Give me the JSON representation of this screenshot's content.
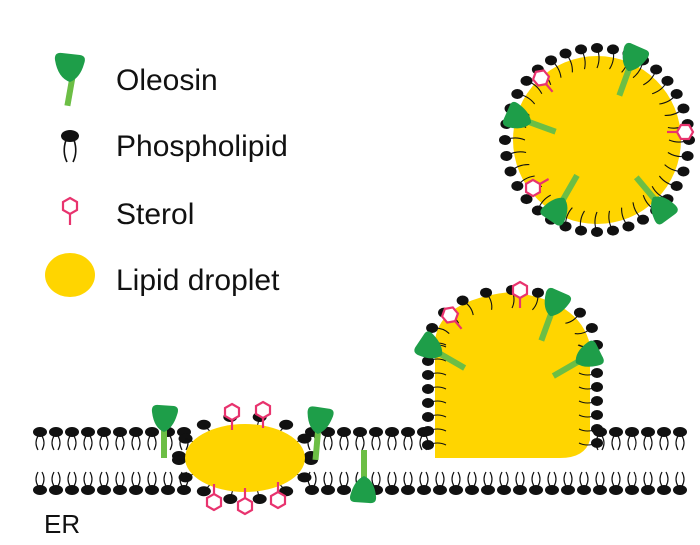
{
  "legend": {
    "items": [
      {
        "label": "Oleosin",
        "icon": "oleosin-icon"
      },
      {
        "label": "Phospholipid",
        "icon": "phospholipid-icon"
      },
      {
        "label": "Sterol",
        "icon": "sterol-icon"
      },
      {
        "label": "Lipid droplet",
        "icon": "lipid-droplet-icon"
      }
    ]
  },
  "er_label": "ER",
  "colors": {
    "lipid": "#FFD500",
    "oleosin_head": "#1E9E49",
    "oleosin_tail": "#6CBE45",
    "phospholipid_head": "#111111",
    "sterol": "#E8336E"
  }
}
